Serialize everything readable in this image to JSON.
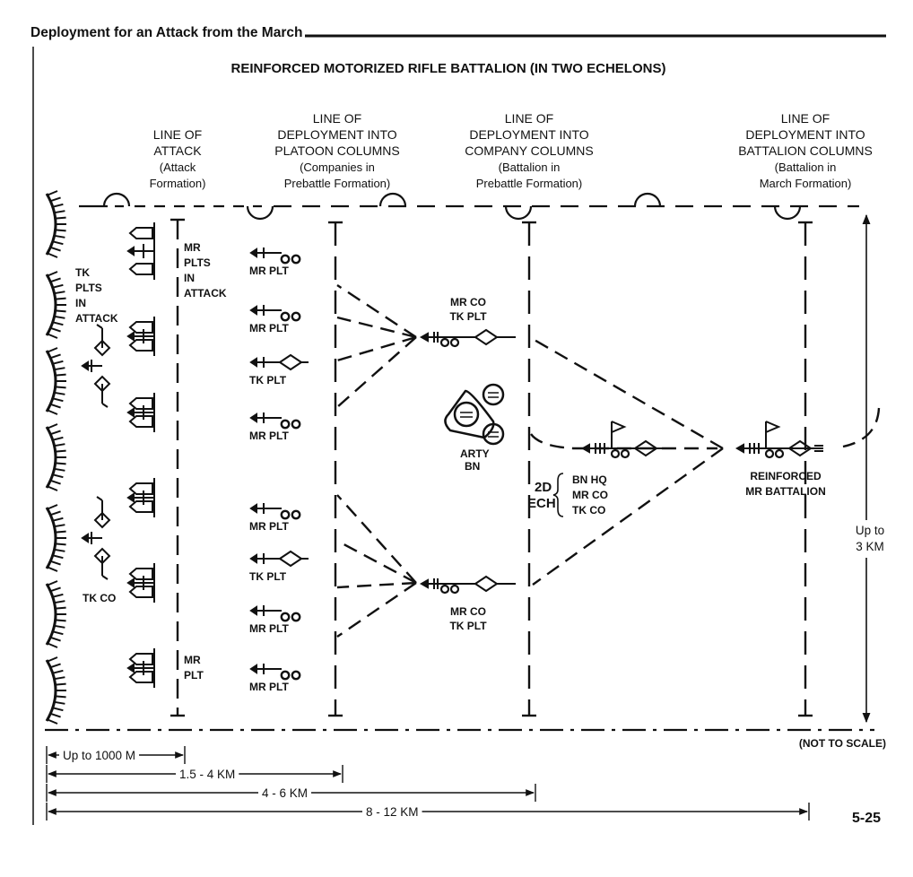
{
  "page": {
    "title": "Deployment  for an Attack from the March",
    "page_number": "5-25"
  },
  "diagram": {
    "title": "REINFORCED MOTORIZED RIFLE BATTALION (IN TWO ECHELONS)",
    "phase_lines": [
      {
        "lines": [
          "LINE OF",
          "ATTACK",
          "(Attack",
          "Formation)"
        ]
      },
      {
        "lines": [
          "LINE OF",
          "DEPLOYMENT INTO",
          "PLATOON COLUMNS",
          "(Companies in",
          "Prebattle Formation)"
        ]
      },
      {
        "lines": [
          "LINE OF",
          "DEPLOYMENT INTO",
          "COMPANY COLUMNS",
          "(Battalion in",
          "Prebattle Formation)"
        ]
      },
      {
        "lines": [
          "LINE OF",
          "DEPLOYMENT INTO",
          "BATTALION COLUMNS",
          "(Battalion in",
          "March Formation)"
        ]
      }
    ],
    "attack_line_labels": {
      "mr_plts": [
        "MR",
        "PLTS",
        "IN",
        "ATTACK"
      ],
      "tk_plts": [
        "TK",
        "PLTS",
        "IN",
        "ATTACK"
      ],
      "tk_co": "TK CO",
      "mr_plt": [
        "MR",
        "PLT"
      ]
    },
    "platoon_columns": [
      "MR PLT",
      "MR PLT",
      "TK PLT",
      "MR PLT",
      "MR PLT",
      "TK PLT",
      "MR PLT",
      "MR PLT"
    ],
    "company_units": {
      "upper": [
        "MR CO",
        "TK PLT"
      ],
      "lower": [
        "MR CO",
        "TK PLT"
      ]
    },
    "artillery": [
      "ARTY",
      "BN"
    ],
    "second_echelon": {
      "tag": [
        "2D",
        "ECH"
      ],
      "units": [
        "BN HQ",
        "MR CO",
        "TK CO"
      ]
    },
    "battalion_label": [
      "REINFORCED",
      "MR BATTALION"
    ],
    "depth_label": [
      "Up to",
      "3 KM"
    ],
    "scale_note": "(NOT TO SCALE)",
    "distances": [
      "Up to 1000 M",
      "1.5 - 4 KM",
      "4 - 6 KM",
      "8 - 12 KM"
    ]
  }
}
